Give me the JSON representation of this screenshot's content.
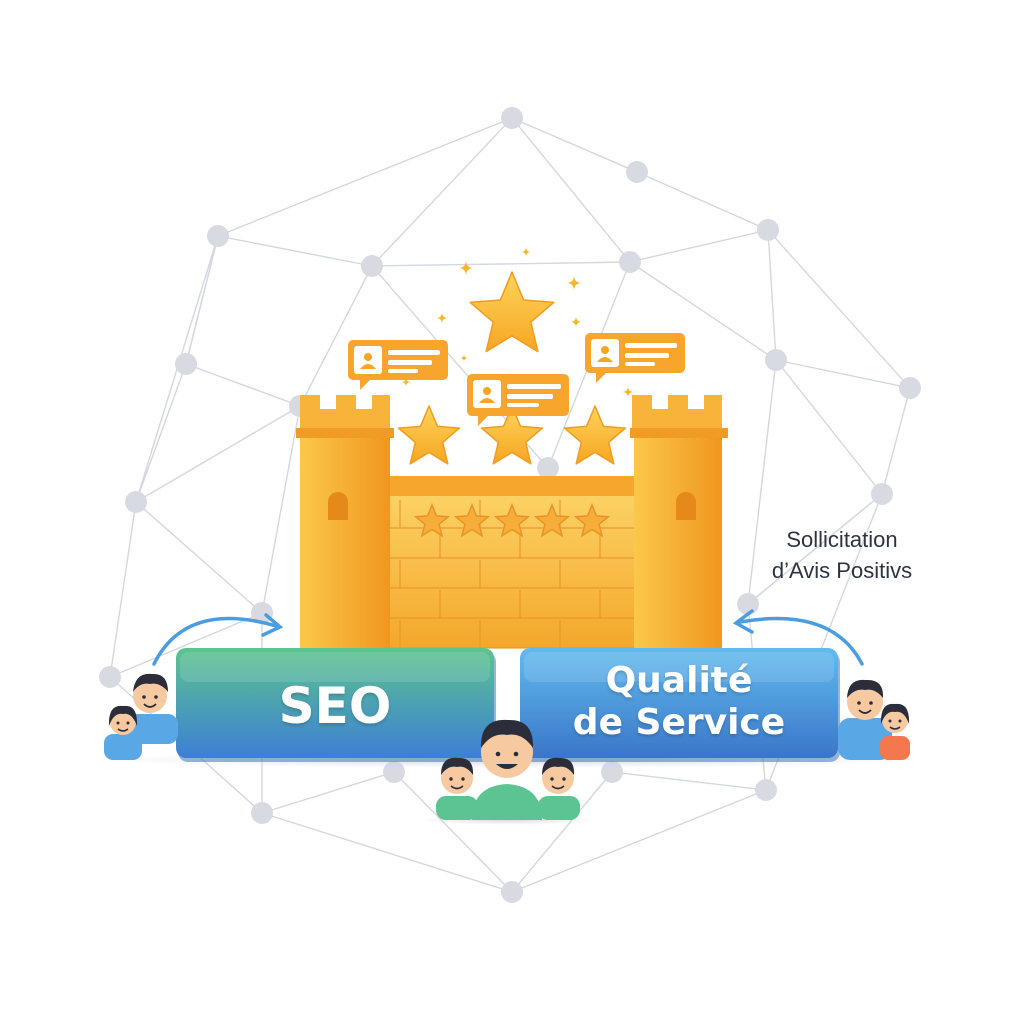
{
  "labels": {
    "sollicitation": [
      "Sollicitation",
      "d’Avis Positivs"
    ],
    "seo": "SEO",
    "qualite": [
      "Qualité",
      "de Service"
    ]
  },
  "stars": {
    "big_count": 4,
    "wall_rating": 5
  },
  "review_bubbles": 3,
  "colors": {
    "castle": "#f7b733",
    "castle_dark": "#ef9424",
    "star": "#fbb829",
    "bubble": "#f8a52e",
    "seo_top": "#56c08f",
    "seo_bottom": "#3f83d4",
    "service_top": "#5ab6ea",
    "service_bottom": "#3a78c9",
    "arrow": "#4a9ee0",
    "network": "#c9ced6"
  }
}
